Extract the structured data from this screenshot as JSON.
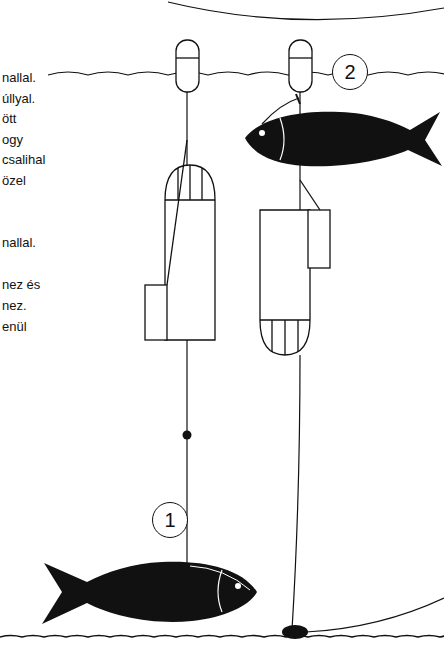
{
  "diagram": {
    "nodes": [
      {
        "text": [
          "1"
        ]
      },
      {
        "text": [
          "2"
        ]
      }
    ],
    "labels": [
      "nallal.",
      "úllyal.",
      "ött",
      "ogy",
      "csalihal",
      "özel",
      "nallal.",
      "nez és",
      "nez.",
      "enül"
    ]
  }
}
